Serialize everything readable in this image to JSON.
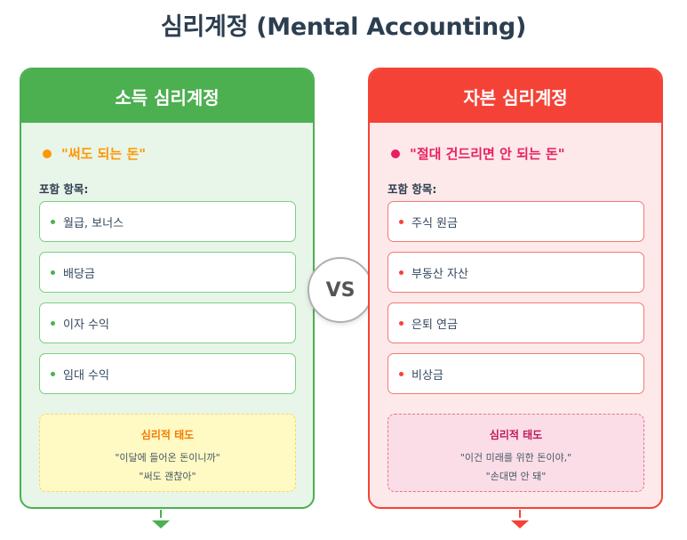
{
  "title": "심리계정 (Mental Accounting)",
  "vs": "VS",
  "colors": {
    "income": "#4caf50",
    "capital": "#f44336",
    "income_slogan": "#ff9800",
    "capital_slogan": "#e91e63"
  },
  "income": {
    "header": "소득 심리계정",
    "slogan": "\"써도 되는 돈\"",
    "items_label": "포함 항목:",
    "items": [
      "월급, 보너스",
      "배당금",
      "이자 수익",
      "임대 수익"
    ],
    "attitude_title": "심리적 태도",
    "quotes": [
      "\"이달에 들어온 돈이니까\"",
      "\"써도 괜찮아\""
    ]
  },
  "capital": {
    "header": "자본 심리계정",
    "slogan": "\"절대 건드리면 안 되는 돈\"",
    "items_label": "포함 항목:",
    "items": [
      "주식 원금",
      "부동산 자산",
      "은퇴 연금",
      "비상금"
    ],
    "attitude_title": "심리적 태도",
    "quotes": [
      "\"이건 미래를 위한 돈이야,\"",
      "\"손대면 안 돼\""
    ]
  }
}
